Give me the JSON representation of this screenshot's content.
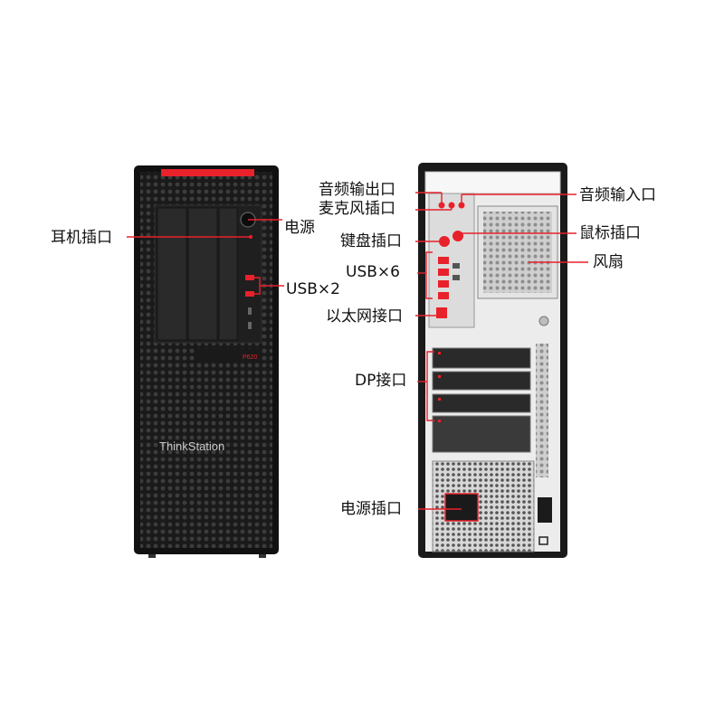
{
  "front": {
    "brand": "ThinkStation",
    "model": "P620",
    "callouts": {
      "headphone": "耳机插口",
      "power": "电源",
      "usb2": "USB×2"
    }
  },
  "rear": {
    "callouts": {
      "audio_out": "音频输出口",
      "mic": "麦克风插口",
      "audio_in": "音频输入口",
      "mouse": "鼠标插口",
      "keyboard": "键盘插口",
      "fan": "风扇",
      "usb6": "USB×6",
      "ethernet": "以太网接口",
      "dp": "DP接口",
      "power_socket": "电源插口"
    }
  },
  "colors": {
    "accent": "#e8212b",
    "chassis": "#1c1c1c",
    "rear_panel": "#ececec"
  }
}
